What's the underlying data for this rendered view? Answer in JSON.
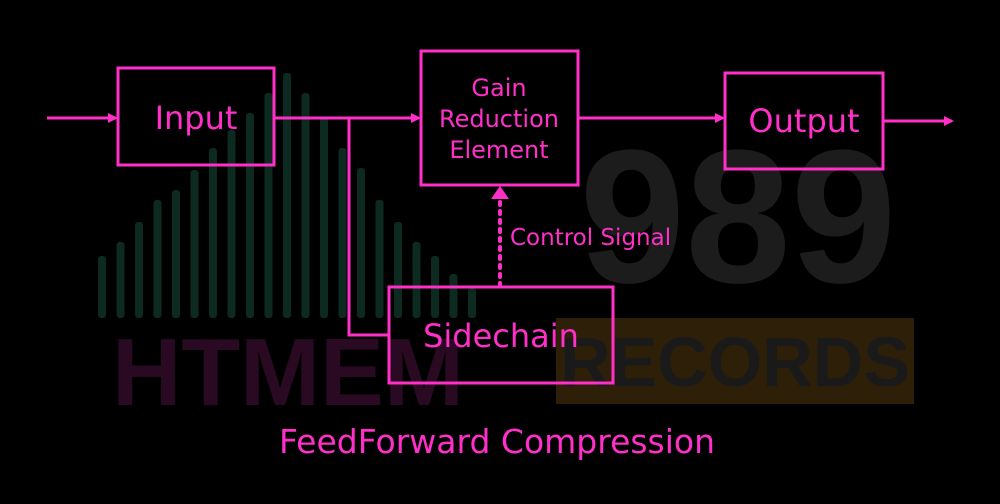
{
  "colors": {
    "background": "#000000",
    "accent": "#ff2fc8",
    "watermark_bars": "#0c2a1f",
    "watermark_pink": "#2a0a22",
    "watermark_gray": "#1c1c1c",
    "watermark_gold": "#2e2008"
  },
  "diagram": {
    "title": "FeedForward Compression",
    "nodes": {
      "input": "Input",
      "gain_reduction": [
        "Gain",
        "Reduction",
        "Element"
      ],
      "output": "Output",
      "sidechain": "Sidechain"
    },
    "edges": {
      "control_signal_label": "Control Signal"
    }
  },
  "watermark": {
    "brand_text": "HTMEM",
    "number_text": "989",
    "records_text": "RECORDS"
  }
}
